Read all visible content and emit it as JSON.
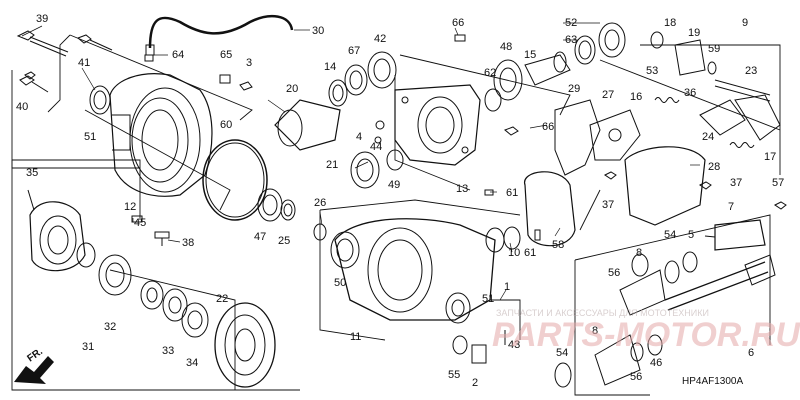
{
  "diagram": {
    "callouts": [
      "39",
      "30",
      "64",
      "66",
      "52",
      "63",
      "18",
      "9",
      "19",
      "59",
      "65",
      "3",
      "67",
      "14",
      "42",
      "48",
      "15",
      "62",
      "53",
      "23",
      "41",
      "20",
      "29",
      "27",
      "16",
      "36",
      "40",
      "60",
      "44",
      "4",
      "66",
      "24",
      "17",
      "51",
      "21",
      "49",
      "13",
      "61",
      "28",
      "37",
      "57",
      "35",
      "12",
      "45",
      "26",
      "47",
      "25",
      "37",
      "7",
      "38",
      "50",
      "10",
      "58",
      "61",
      "8",
      "54",
      "5",
      "1",
      "56",
      "22",
      "51",
      "32",
      "33",
      "34",
      "31",
      "11",
      "43",
      "55",
      "2",
      "8",
      "46",
      "56",
      "6",
      "54"
    ],
    "code": "HP4AF1300A",
    "direction_arrow": "FR.",
    "watermark": {
      "sub": "ЗАПЧАСТИ И АКСЕССУАРЫ ДЛЯ МОТОТЕХНИКИ",
      "brand": "PARTS-MOTOR.RU"
    }
  }
}
